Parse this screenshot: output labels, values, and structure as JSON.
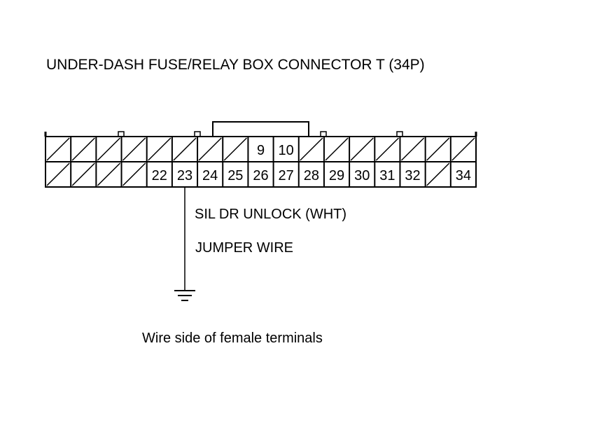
{
  "title": "UNDER-DASH FUSE/RELAY BOX CONNECTOR T (34P)",
  "connector": {
    "top_row": [
      "",
      "",
      "",
      "",
      "",
      "",
      "",
      "",
      "9",
      "10",
      "",
      "",
      "",
      "",
      "",
      "",
      ""
    ],
    "bottom_row": [
      "",
      "",
      "",
      "",
      "22",
      "23",
      "24",
      "25",
      "26",
      "27",
      "28",
      "29",
      "30",
      "31",
      "32",
      "",
      "34"
    ]
  },
  "wire_labels": {
    "signal": "SIL DR UNLOCK (WHT)",
    "jumper": "JUMPER WIRE"
  },
  "caption": "Wire side of female terminals",
  "colors": {
    "line": "#000000",
    "background": "#ffffff"
  },
  "icons": [
    "ground-symbol-icon"
  ]
}
